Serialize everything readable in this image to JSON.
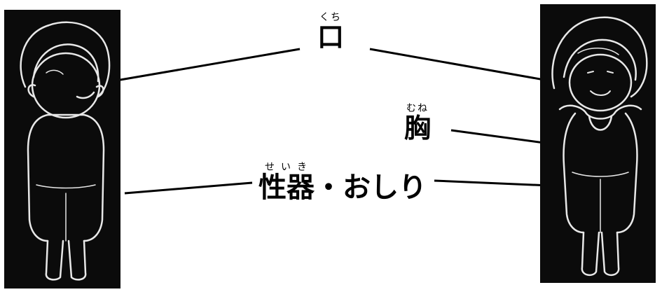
{
  "labels": {
    "mouth": {
      "ruby": "くち",
      "text": "口"
    },
    "chest": {
      "ruby": "むね",
      "text": "胸"
    },
    "genitals": {
      "ruby": "せいき",
      "text": "性器・おしり"
    }
  },
  "colors": {
    "panel_background": "#0b0b0b",
    "figure_outline": "#e8e8e8",
    "line": "#000000"
  }
}
